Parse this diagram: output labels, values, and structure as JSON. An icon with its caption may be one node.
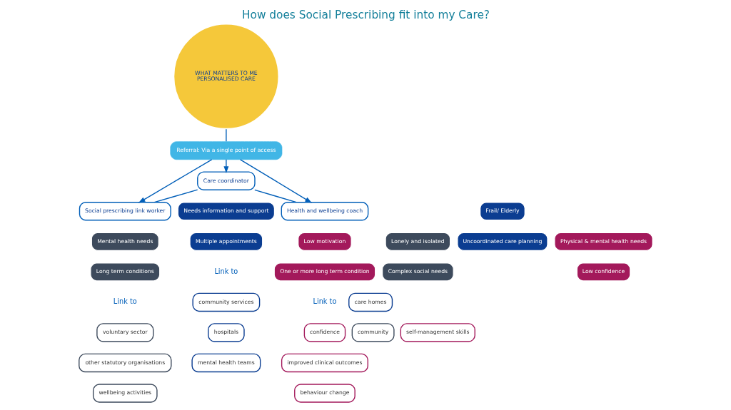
{
  "diagram": {
    "title": "How does Social Prescribing fit into my Care?",
    "nodes": [
      {
        "text": [
          "WHAT MATTERS TO ME",
          "PERSONALISED CARE"
        ]
      },
      {
        "text": [
          "Referral: Via a single point of access"
        ]
      },
      {
        "text": [
          "Social prescribing link worker"
        ]
      },
      {
        "text": [
          "Care coordinator"
        ]
      },
      {
        "text": [
          "Health and wellbeing coach"
        ]
      },
      {
        "text": [
          "Mental health needs"
        ]
      },
      {
        "text": [
          "Lonely and isolated"
        ]
      },
      {
        "text": [
          "Long term conditions"
        ]
      },
      {
        "text": [
          "Complex social needs"
        ]
      },
      {
        "text": [
          "voluntary sector"
        ]
      },
      {
        "text": [
          "community"
        ]
      },
      {
        "text": [
          "other statutory organisations"
        ]
      },
      {
        "text": [
          "wellbeing activities"
        ]
      },
      {
        "text": [
          "Needs information and support"
        ]
      },
      {
        "text": [
          "Frail/ Elderly"
        ]
      },
      {
        "text": [
          "Multiple appointments"
        ]
      },
      {
        "text": [
          "Uncoordinated care planning"
        ]
      },
      {
        "text": [
          "community services"
        ]
      },
      {
        "text": [
          "care homes"
        ]
      },
      {
        "text": [
          "hospitals"
        ]
      },
      {
        "text": [
          "mental health teams"
        ]
      },
      {
        "text": [
          "Low motivation"
        ]
      },
      {
        "text": [
          "Physical & mental health needs"
        ]
      },
      {
        "text": [
          "One or more long term condition"
        ]
      },
      {
        "text": [
          "Low confidence"
        ]
      },
      {
        "text": [
          "confidence"
        ]
      },
      {
        "text": [
          "self-management skills"
        ]
      },
      {
        "text": [
          "improved clinical outcomes"
        ]
      },
      {
        "text": [
          "behaviour change"
        ]
      }
    ],
    "edges": [
      {
        "from": 0,
        "to": 1,
        "arrow": "none"
      },
      {
        "from": 1,
        "to": 2,
        "arrow": "to"
      },
      {
        "from": 1,
        "to": 3,
        "arrow": "to"
      },
      {
        "from": 1,
        "to": 4,
        "arrow": "to"
      },
      {
        "from": 3,
        "to": 2,
        "arrow": "none"
      },
      {
        "from": 3,
        "to": 4,
        "arrow": "none"
      }
    ],
    "labels": [
      "Link to",
      "Link to",
      "Link to"
    ]
  }
}
